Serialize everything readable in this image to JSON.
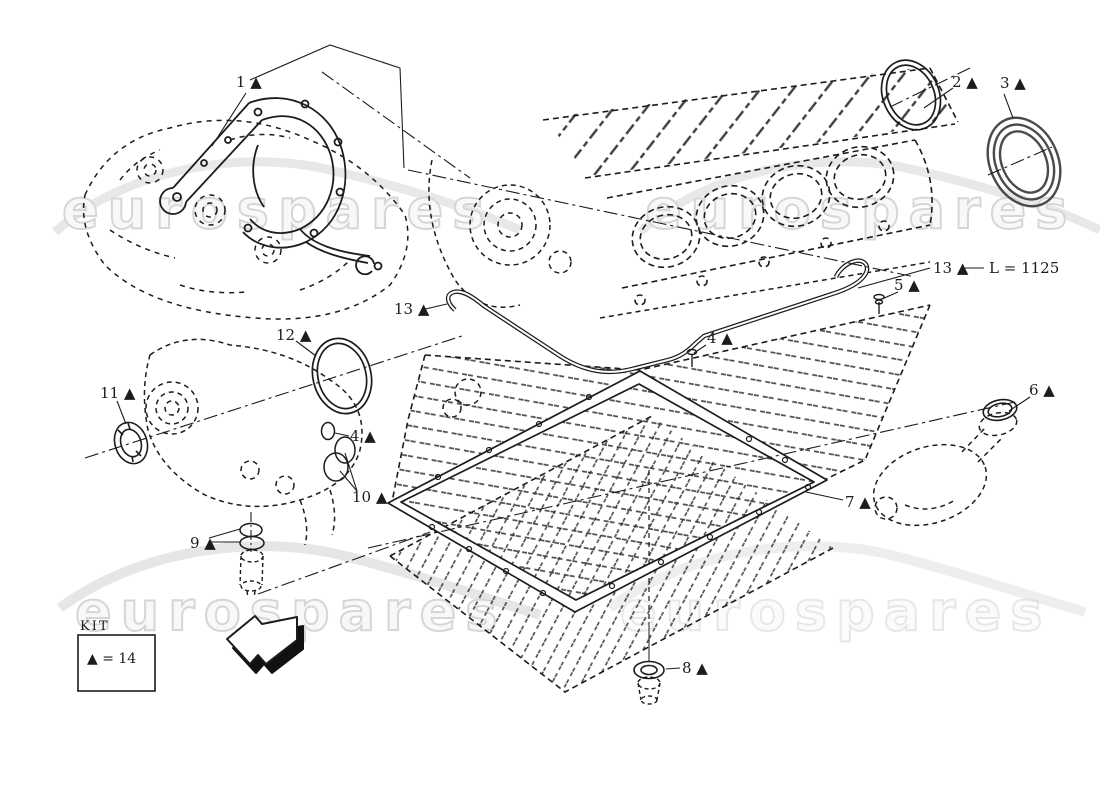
{
  "page": {
    "type": "parts-catalog-exploded-diagram",
    "ink_color": "#1c1c1c",
    "watermark_color": "#cfcfcf",
    "background": "#ffffff"
  },
  "watermark": {
    "text": "eurospares"
  },
  "labels": {
    "p1": "1 ▲",
    "p2": "2 ▲",
    "p3": "3 ▲",
    "p4_center": "4 ▲",
    "p4_left": "4 ▲",
    "p5": "5 ▲",
    "p6": "6 ▲",
    "p7": "7 ▲",
    "p8": "8 ▲",
    "p9": "9 ▲",
    "p10": "10 ▲",
    "p11": "11 ▲",
    "p12": "12 ▲",
    "p13_left": "13 ▲",
    "p13_right": "13 ▲",
    "length_note": "L = 1125"
  },
  "kit_box": {
    "title": "KIT",
    "equation": "▲ = 14"
  }
}
